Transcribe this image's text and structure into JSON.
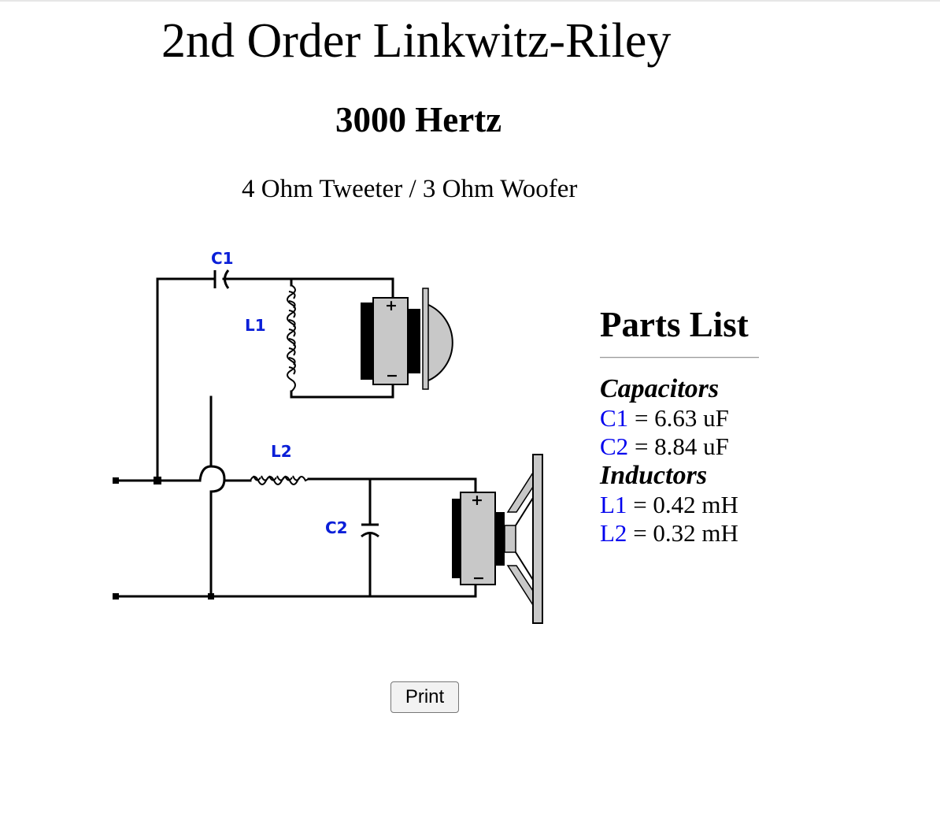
{
  "page": {
    "title": "2nd Order Linkwitz-Riley",
    "frequency": "3000 Hertz",
    "subtitle": "4 Ohm Tweeter / 3 Ohm Woofer"
  },
  "schematic": {
    "labels": {
      "c1": "C1",
      "l1": "L1",
      "l2": "L2",
      "c2": "C2"
    },
    "polarity": {
      "plus": "+",
      "minus": "−"
    },
    "label_color": "#0a1fd8",
    "wire_color": "#000000",
    "body_color": "#c8c8c8"
  },
  "parts": {
    "title": "Parts List",
    "capacitors_heading": "Capacitors",
    "capacitors": [
      {
        "ref": "C1",
        "value": " = 6.63 uF"
      },
      {
        "ref": "C2",
        "value": " = 8.84 uF"
      }
    ],
    "inductors_heading": "Inductors",
    "inductors": [
      {
        "ref": "L1",
        "value": " = 0.42 mH"
      },
      {
        "ref": "L2",
        "value": " = 0.32 mH"
      }
    ],
    "ref_color": "#0000ee"
  },
  "actions": {
    "print_label": "Print"
  }
}
